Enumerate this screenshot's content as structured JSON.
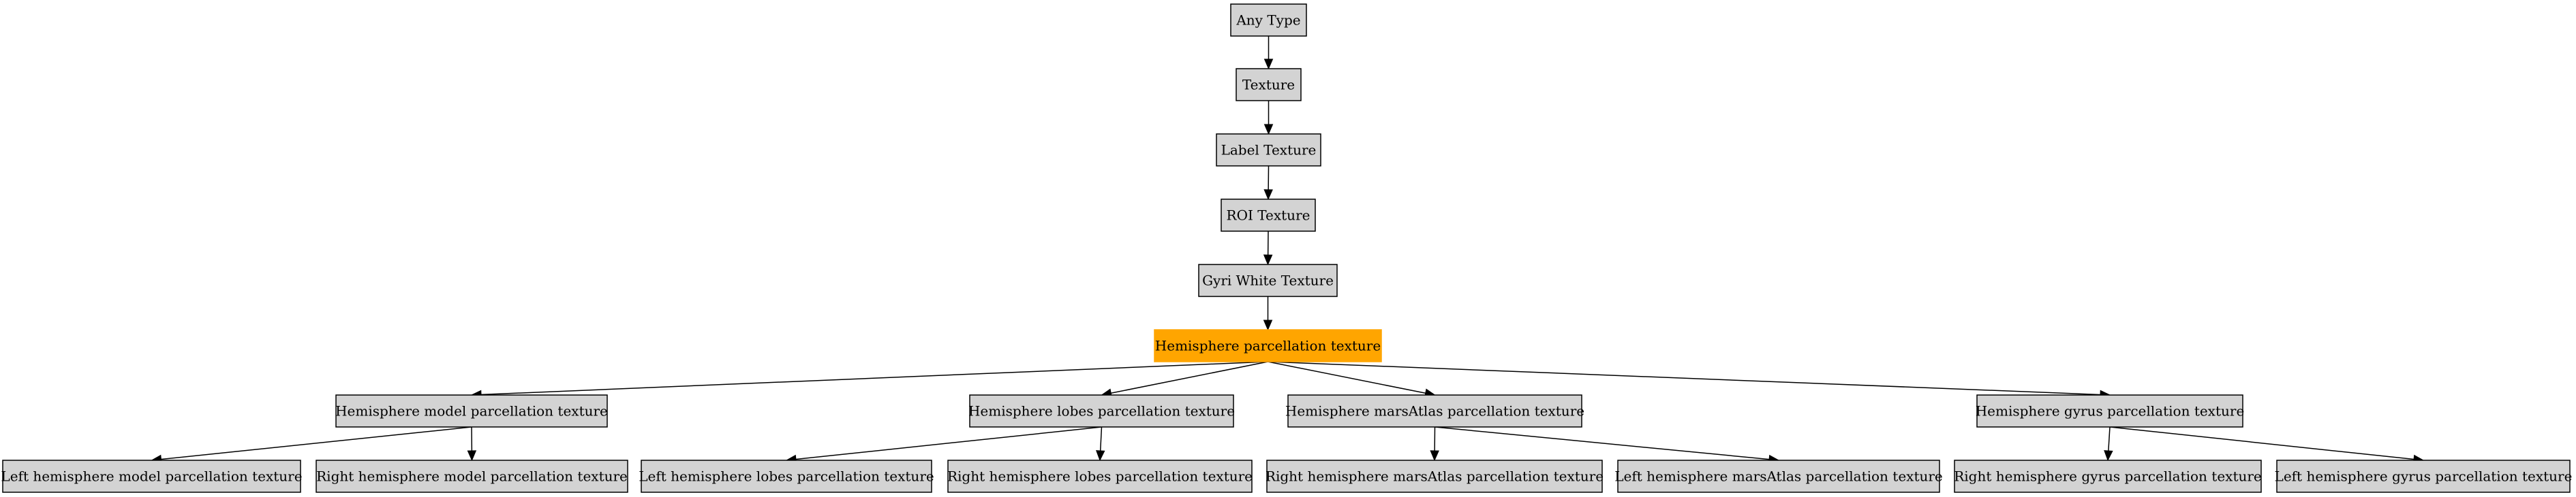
{
  "colors": {
    "node_fill": "#d3d3d3",
    "highlight_fill": "#ffa500",
    "border": "#000000"
  },
  "nodes": [
    {
      "id": "any",
      "label": "Any Type"
    },
    {
      "id": "texture",
      "label": "Texture"
    },
    {
      "id": "label",
      "label": "Label Texture"
    },
    {
      "id": "roi",
      "label": "ROI Texture"
    },
    {
      "id": "gyri",
      "label": "Gyri White Texture"
    },
    {
      "id": "hemi",
      "label": "Hemisphere parcellation texture",
      "highlight": true
    },
    {
      "id": "model",
      "label": "Hemisphere model parcellation texture"
    },
    {
      "id": "lobes",
      "label": "Hemisphere lobes parcellation texture"
    },
    {
      "id": "mars",
      "label": "Hemisphere marsAtlas parcellation texture"
    },
    {
      "id": "gyrus",
      "label": "Hemisphere gyrus parcellation texture"
    },
    {
      "id": "lmodel",
      "label": "Left hemisphere model parcellation texture"
    },
    {
      "id": "rmodel",
      "label": "Right hemisphere model parcellation texture"
    },
    {
      "id": "llobes",
      "label": "Left hemisphere lobes parcellation texture"
    },
    {
      "id": "rlobes",
      "label": "Right hemisphere lobes parcellation texture"
    },
    {
      "id": "rmars",
      "label": "Right hemisphere marsAtlas parcellation texture"
    },
    {
      "id": "lmars",
      "label": "Left hemisphere marsAtlas parcellation texture"
    },
    {
      "id": "rgyrus",
      "label": "Right hemisphere gyrus parcellation texture"
    },
    {
      "id": "lgyrus",
      "label": "Left hemisphere gyrus parcellation texture"
    }
  ],
  "edges": [
    [
      "any",
      "texture"
    ],
    [
      "texture",
      "label"
    ],
    [
      "label",
      "roi"
    ],
    [
      "roi",
      "gyri"
    ],
    [
      "gyri",
      "hemi"
    ],
    [
      "hemi",
      "model"
    ],
    [
      "hemi",
      "lobes"
    ],
    [
      "hemi",
      "mars"
    ],
    [
      "hemi",
      "gyrus"
    ],
    [
      "model",
      "lmodel"
    ],
    [
      "model",
      "rmodel"
    ],
    [
      "lobes",
      "llobes"
    ],
    [
      "lobes",
      "rlobes"
    ],
    [
      "mars",
      "rmars"
    ],
    [
      "mars",
      "lmars"
    ],
    [
      "gyrus",
      "rgyrus"
    ],
    [
      "gyrus",
      "lgyrus"
    ]
  ]
}
